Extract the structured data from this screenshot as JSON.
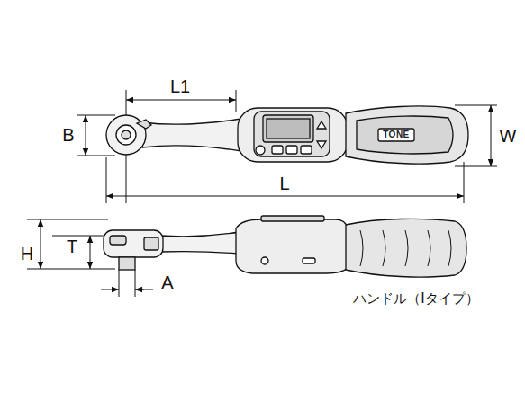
{
  "diagram": {
    "labels": [
      "L1",
      "B",
      "W",
      "L",
      "H",
      "T",
      "A",
      "TONE",
      "ハンドル（Iタイプ）"
    ]
  }
}
